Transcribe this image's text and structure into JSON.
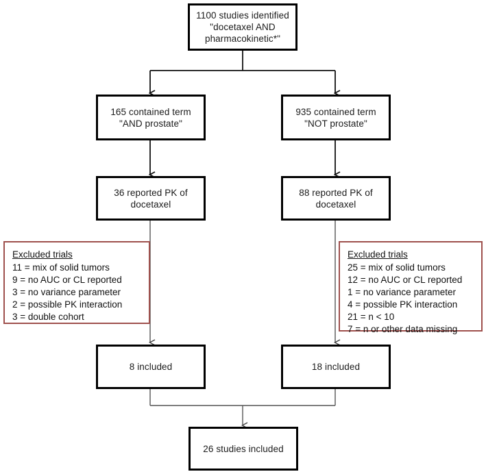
{
  "figure": {
    "type": "flowchart",
    "orientation": "top-down",
    "box_border_color": "#000000",
    "excluded_border_color": "#9e4f4c",
    "background_color": "#ffffff"
  },
  "nodes": {
    "source": {
      "text": "1100 studies identified\n\"docetaxel AND\npharmacokinetic*\""
    },
    "left_term": {
      "text": "165 contained term\n\"AND prostate\""
    },
    "right_term": {
      "text": "935 contained term\n\"NOT prostate\""
    },
    "left_pk": {
      "text": "36 reported PK of\ndocetaxel"
    },
    "right_pk": {
      "text": "88 reported PK of\ndocetaxel"
    },
    "left_included": {
      "text": "8 included"
    },
    "right_included": {
      "text": "18 included"
    },
    "total": {
      "text": "26 studies included"
    }
  },
  "excluded_left": {
    "title": "Excluded trials",
    "lines": [
      "11 = mix of solid tumors",
      "9 = no AUC or CL reported",
      "3 = no variance parameter",
      "2 = possible PK interaction",
      "3 = double cohort"
    ]
  },
  "excluded_right": {
    "title": "Excluded trials",
    "lines": [
      "25 = mix of solid tumors",
      "12 = no AUC or CL reported",
      "1 = no variance parameter",
      "4 = possible PK interaction",
      "21 = n < 10",
      "7 = n or other data missing"
    ]
  }
}
